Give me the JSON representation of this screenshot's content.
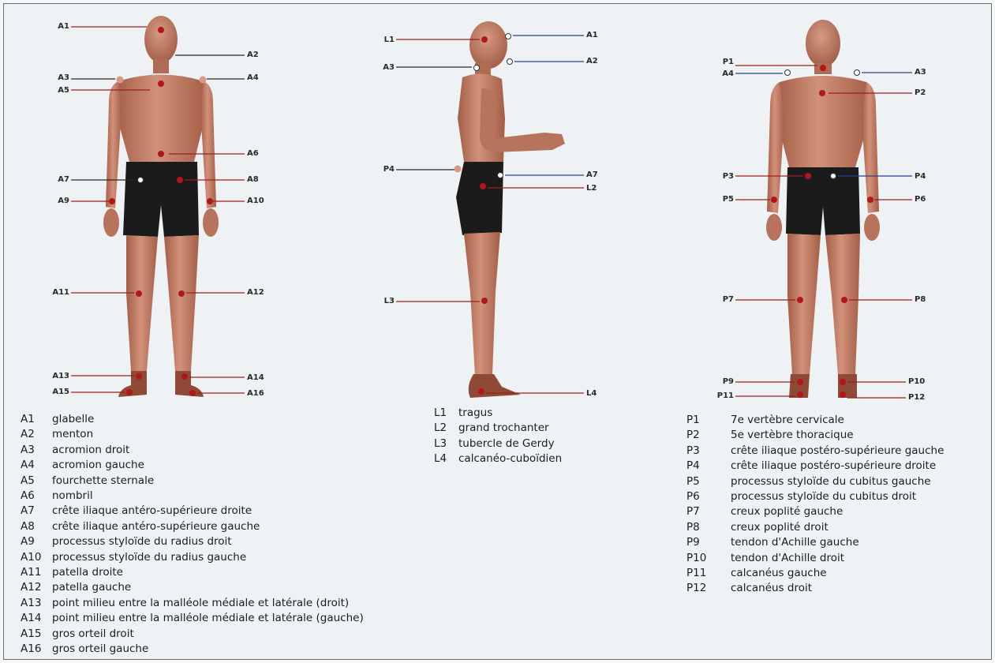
{
  "views": {
    "anterior": {
      "labels": [
        "A1",
        "A2",
        "A3",
        "A4",
        "A5",
        "A6",
        "A7",
        "A8",
        "A9",
        "A10",
        "A11",
        "A12",
        "A13",
        "A14",
        "A15",
        "A16"
      ]
    },
    "lateral": {
      "labels": [
        "L1",
        "A1",
        "A3",
        "A2",
        "P4",
        "A7",
        "L2",
        "L3",
        "L4"
      ]
    },
    "posterior": {
      "labels": [
        "P1",
        "A4",
        "A3",
        "P2",
        "P3",
        "P4",
        "P5",
        "P6",
        "P7",
        "P8",
        "P9",
        "P10",
        "P11",
        "P12"
      ]
    }
  },
  "legend": {
    "anterior": [
      {
        "code": "A1",
        "text": "glabelle"
      },
      {
        "code": "A2",
        "text": "menton"
      },
      {
        "code": "A3",
        "text": "acromion droit"
      },
      {
        "code": "A4",
        "text": "acromion gauche"
      },
      {
        "code": "A5",
        "text": "fourchette sternale"
      },
      {
        "code": "A6",
        "text": "nombril"
      },
      {
        "code": "A7",
        "text": "crête iliaque antéro-supérieure droite"
      },
      {
        "code": "A8",
        "text": "crête iliaque antéro-supérieure gauche"
      },
      {
        "code": "A9",
        "text": "processus styloïde du radius droit"
      },
      {
        "code": "A10",
        "text": "processus styloïde du radius gauche"
      },
      {
        "code": "A11",
        "text": "patella droite"
      },
      {
        "code": "A12",
        "text": "patella gauche"
      },
      {
        "code": "A13",
        "text": "point milieu entre la malléole médiale et latérale (droit)"
      },
      {
        "code": "A14",
        "text": "point milieu entre la malléole médiale et latérale (gauche)"
      },
      {
        "code": "A15",
        "text": "gros orteil droit"
      },
      {
        "code": "A16",
        "text": "gros orteil gauche"
      }
    ],
    "lateral": [
      {
        "code": "L1",
        "text": "tragus"
      },
      {
        "code": "L2",
        "text": "grand trochanter"
      },
      {
        "code": "L3",
        "text": "tubercle de Gerdy"
      },
      {
        "code": "L4",
        "text": "calcanéo-cuboïdien"
      }
    ],
    "posterior": [
      {
        "code": "P1",
        "text": "7e vertèbre cervicale"
      },
      {
        "code": "P2",
        "text": "5e vertèbre thoracique"
      },
      {
        "code": "P3",
        "text": "crête iliaque postéro-supérieure gauche"
      },
      {
        "code": "P4",
        "text": "crête iliaque postéro-supérieure droite"
      },
      {
        "code": "P5",
        "text": "processus styloïde du cubitus gauche"
      },
      {
        "code": "P6",
        "text": "processus styloïde du cubitus droit"
      },
      {
        "code": "P7",
        "text": "creux poplité gauche"
      },
      {
        "code": "P8",
        "text": "creux poplité droit"
      },
      {
        "code": "P9",
        "text": "tendon d'Achille gauche"
      },
      {
        "code": "P10",
        "text": "tendon d'Achille droit"
      },
      {
        "code": "P11",
        "text": "calcanéus gauche"
      },
      {
        "code": "P12",
        "text": "calcanéus droit"
      }
    ]
  },
  "colors": {
    "skin": "#c7836a",
    "skin_shadow": "#a5624c",
    "shorts": "#1b1b1b",
    "marker": "#b0171b",
    "line_dark": "#2a2a2a",
    "line_red": "#9c1f1f",
    "line_blue": "#2b3f8c"
  }
}
